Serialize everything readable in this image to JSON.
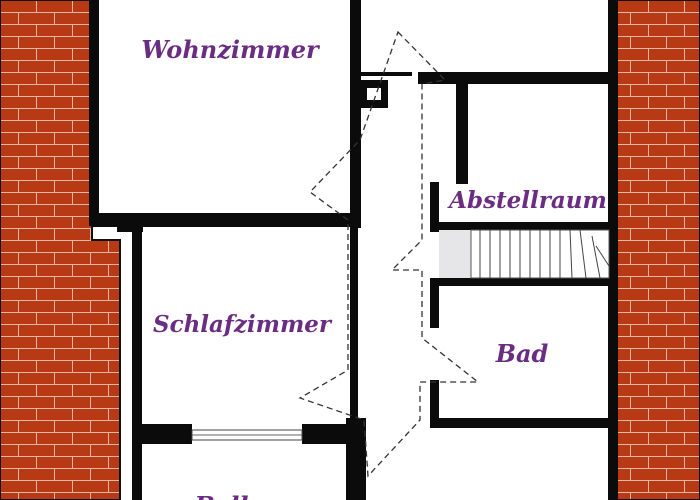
{
  "colors": {
    "brick": "#b73a14",
    "mortar": "#e4b8a8",
    "wall": "#0b0b0b",
    "floor": "#ffffff",
    "label": "#6a2d82",
    "stairs": "#e6e6e8"
  },
  "rooms": {
    "wohnzimmer": "Wohnzimmer",
    "abstellraum": "Abstellraum",
    "schlafzimmer": "Schlafzimmer",
    "bad": "Bad",
    "balkon_partial": "Balkon"
  }
}
